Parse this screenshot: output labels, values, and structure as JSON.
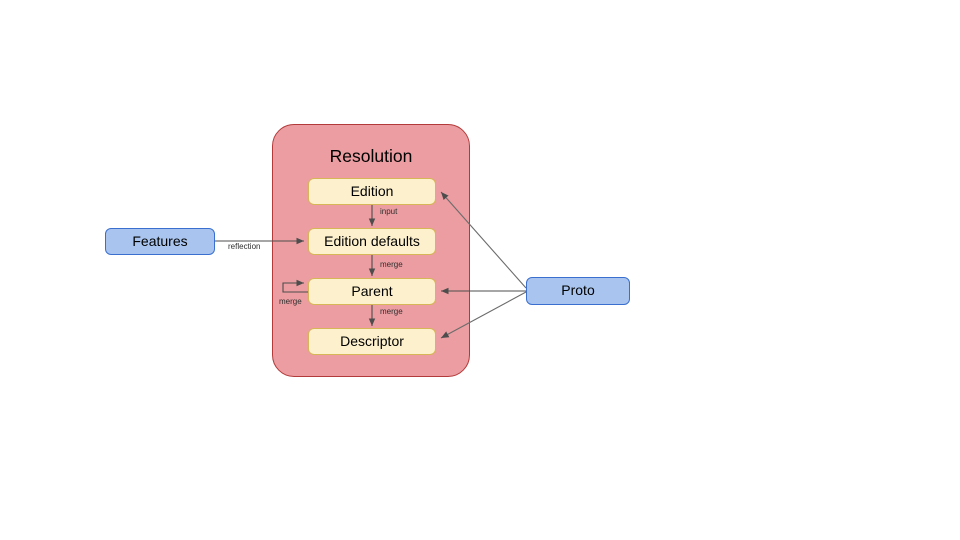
{
  "diagram": {
    "type": "flow-diagram",
    "title_visible": false,
    "background": "#ffffff",
    "colors": {
      "group_fill": "#EB9DA1",
      "group_stroke": "#B33A3A",
      "process_fill": "#FDF0CC",
      "process_stroke": "#D6B656",
      "external_fill": "#A9C5EF",
      "external_stroke": "#3A6FD0",
      "edge_stroke": "#4D4D4D",
      "text": "#000000",
      "edge_label_text": "#2F2F2F"
    },
    "group": {
      "name": "resolution-group",
      "label": "Resolution"
    },
    "nodes": [
      {
        "id": "edition",
        "label": "Edition",
        "kind": "process",
        "group": "resolution"
      },
      {
        "id": "edition-defaults",
        "label": "Edition defaults",
        "kind": "process",
        "group": "resolution"
      },
      {
        "id": "parent",
        "label": "Parent",
        "kind": "process",
        "group": "resolution"
      },
      {
        "id": "descriptor",
        "label": "Descriptor",
        "kind": "process",
        "group": "resolution"
      },
      {
        "id": "features",
        "label": "Features",
        "kind": "external",
        "group": null
      },
      {
        "id": "proto",
        "label": "Proto",
        "kind": "external",
        "group": null
      }
    ],
    "edges": [
      {
        "id": "edition-to-edition-defaults",
        "from": "edition",
        "to": "edition-defaults",
        "label": "input"
      },
      {
        "id": "edition-defaults-to-parent",
        "from": "edition-defaults",
        "to": "parent",
        "label": "merge"
      },
      {
        "id": "parent-to-descriptor",
        "from": "parent",
        "to": "descriptor",
        "label": "merge"
      },
      {
        "id": "parent-self-loop",
        "from": "parent",
        "to": "parent",
        "label": "merge"
      },
      {
        "id": "features-to-edition-defaults",
        "from": "features",
        "to": "edition-defaults",
        "label": "reflection"
      },
      {
        "id": "proto-to-edition",
        "from": "proto",
        "to": "edition",
        "label": ""
      },
      {
        "id": "proto-to-parent",
        "from": "proto",
        "to": "parent",
        "label": ""
      },
      {
        "id": "proto-to-descriptor",
        "from": "proto",
        "to": "descriptor",
        "label": ""
      }
    ],
    "edge_labels": {
      "input": "input",
      "merge": "merge",
      "merge_parent": "merge",
      "merge_self": "merge",
      "reflection": "reflection"
    }
  }
}
